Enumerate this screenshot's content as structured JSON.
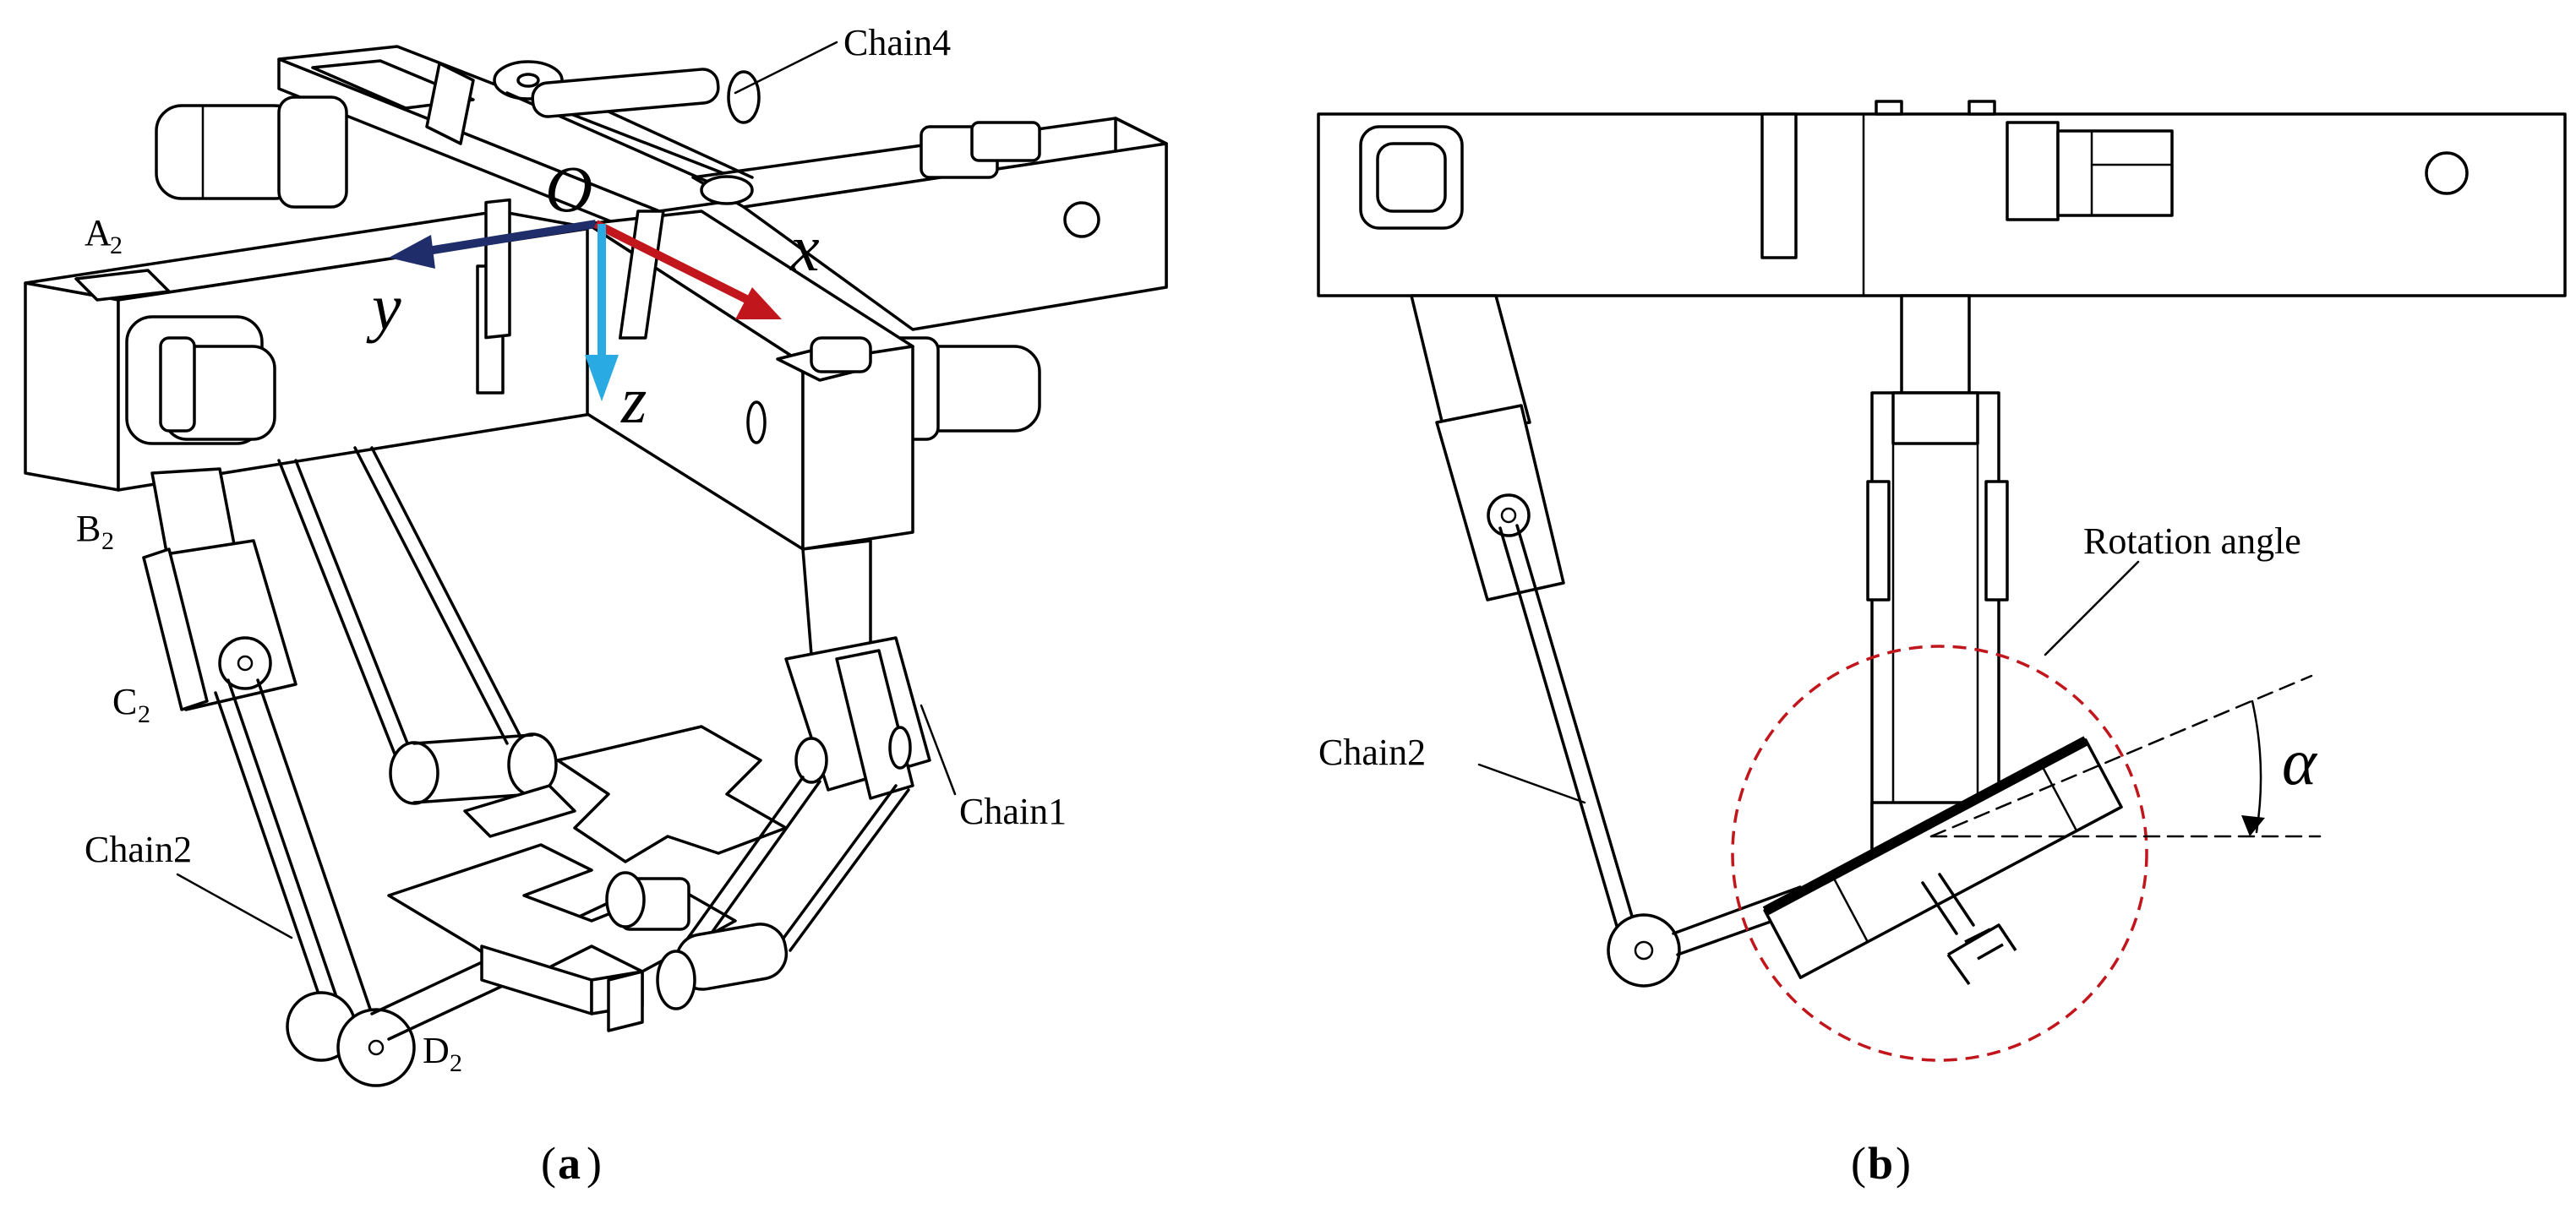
{
  "panel_a": {
    "caption_letter": "a",
    "labels": {
      "chain4": "Chain4",
      "chain1": "Chain1",
      "chain2": "Chain2",
      "a2_base": "A",
      "b2_base": "B",
      "c2_base": "C",
      "d2_base": "D",
      "subscript": "2"
    },
    "axes": {
      "origin": "O",
      "x": "x",
      "y": "y",
      "z": "z",
      "colors": {
        "x": "#c0161c",
        "y": "#1f2d6b",
        "z": "#29aae2"
      }
    }
  },
  "panel_b": {
    "caption_letter": "b",
    "labels": {
      "chain2": "Chain2",
      "rotation_angle": "Rotation angle",
      "alpha": "α"
    },
    "circle_color": "#c0161c"
  }
}
